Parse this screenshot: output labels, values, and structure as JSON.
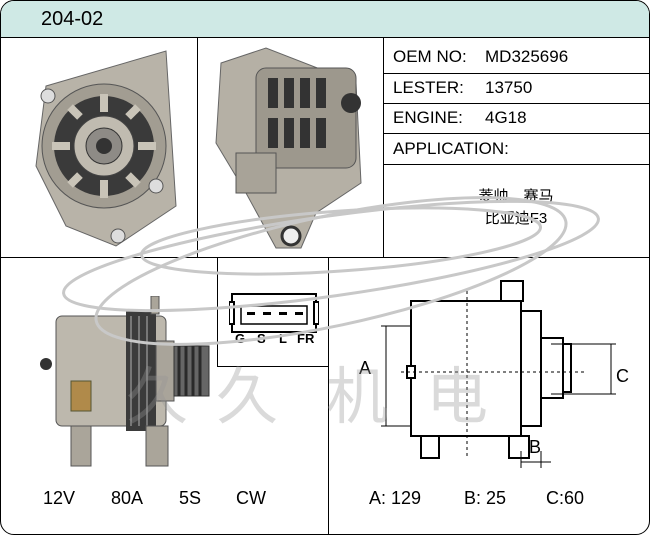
{
  "header": {
    "part_number": "204-02"
  },
  "specs": [
    {
      "label": "OEM NO:",
      "value": "MD325696"
    },
    {
      "label": "LESTER:",
      "value": "13750"
    },
    {
      "label": "ENGINE:",
      "value": "4G18"
    }
  ],
  "application": {
    "label": "APPLICATION:",
    "line1": "菱帅、赛马",
    "line2": "比亚迪F3"
  },
  "connector": {
    "pins": [
      "G",
      "S",
      "L",
      "FR"
    ]
  },
  "ratings": {
    "voltage": "12V",
    "current": "80A",
    "pulley": "5S",
    "rotation": "CW"
  },
  "dimensions": {
    "a_label": "A",
    "b_label": "B",
    "c_label": "C",
    "a": "A: 129",
    "b": "B: 25",
    "c": "C:60"
  },
  "watermark": {
    "c1": "久",
    "c2": "久",
    "c3": "机",
    "c4": "电"
  }
}
